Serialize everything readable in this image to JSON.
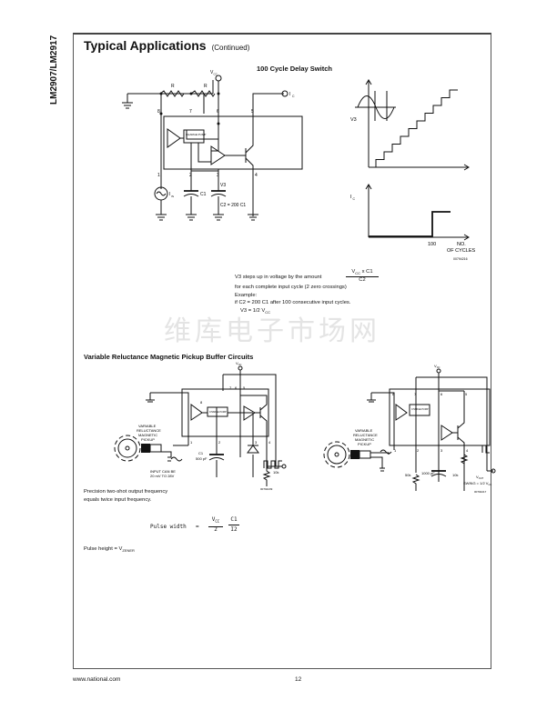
{
  "side_label": "LM2907/LM2917",
  "header": {
    "title": "Typical Applications",
    "continued": "(Continued)"
  },
  "delay_switch": {
    "title": "100 Cycle Delay Switch",
    "labels": {
      "vcc": "V",
      "vcc_sub": "CC",
      "r1": "R",
      "r2": "R",
      "ic": "I",
      "ic_sub": "C",
      "charge_pump": "CHARGE PUMP",
      "p8": "8",
      "p7": "7",
      "p6": "6",
      "p5": "5",
      "p1": "1",
      "p2": "2",
      "p3": "3",
      "p4": "4",
      "iin": "I",
      "iin_sub": "IN",
      "c1": "C1",
      "v3": "V3",
      "c2": "C2 = 200 C1"
    },
    "graph": {
      "v3": "V3",
      "ic": "I",
      "ic_sub": "C",
      "x_tick": "100",
      "x_label_1": "NO.",
      "x_label_2": "OF CYCLES",
      "fig_id": "00794216",
      "steps": 10
    },
    "note": {
      "line1": "V3 steps up in voltage by the amount",
      "num": "V",
      "num_sub": "CC",
      "num_rest": " x C1",
      "den": "C2",
      "line2": "for each complete input cycle (2 zero crossings)",
      "example": "Example:",
      "line3": "if C2 = 200 C1 after 100 consecutive input cycles.",
      "line4": "V3 = 1/2 V",
      "line4_sub": "CC"
    }
  },
  "pickup": {
    "title": "Variable Reluctance Magnetic Pickup Buffer Circuits",
    "left": {
      "pickup_1": "VARIABLE",
      "pickup_2": "RELUCTANCE",
      "pickup_3": "MAGNETIC",
      "pickup_4": "PICKUP",
      "vcc": "V",
      "vcc_sub": "CC",
      "c1": "C1",
      "c1_val": "500 pF",
      "input_1": "INPUT CAN BE",
      "input_2": "20 mV TO 28V",
      "r": "10k",
      "charge_pump": "CHARGE PUMP",
      "fig_id": "00794239",
      "p8": "8",
      "p7": "7",
      "p6": "6",
      "p5": "5",
      "p1": "1",
      "p2": "2",
      "p3": "3",
      "p4": "4"
    },
    "right": {
      "pickup_1": "VARIABLE",
      "pickup_2": "RELUCTANCE",
      "pickup_3": "MAGNETIC",
      "pickup_4": "PICKUP",
      "vcc": "V",
      "vcc_sub": "CC",
      "r1": "50k",
      "c": "1000 pF",
      "r2": "10k",
      "vout": "V",
      "vout_sub": "OUT",
      "swing": "SWING = 1/2 V",
      "swing_sub": "CC",
      "charge_pump": "CHARGE PUMP",
      "fig_id": "00794217",
      "p8": "8",
      "p7": "7",
      "p6": "6",
      "p5": "5",
      "p1": "1",
      "p2": "2",
      "p3": "3",
      "p4": "4"
    },
    "note": {
      "line1": "Precision two-shot output frequency",
      "line2": "equals twice input frequency.",
      "pw_label": "Pulse width",
      "eq": "=",
      "num1": "V",
      "num1_sub": "CC",
      "den1": "2",
      "num2": "C1",
      "den2": "I2",
      "ph": "Pulse height = V",
      "ph_sub": "ZENER"
    }
  },
  "watermark": "维库电子市场网",
  "footer": {
    "url": "www.national.com",
    "page": "12"
  }
}
